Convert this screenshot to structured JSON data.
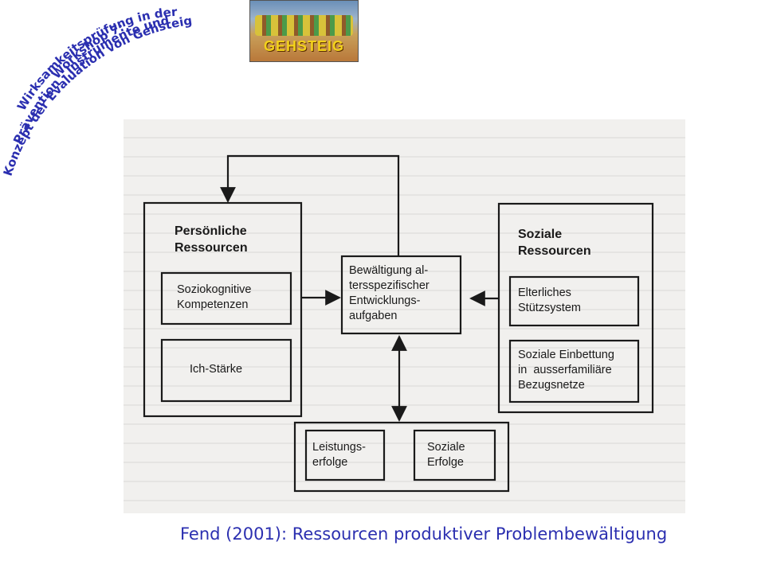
{
  "header": {
    "title_lines": [
      "Workshop 7:",
      "Wirksamkeitsprüfung in der",
      "Prävention - Instrumente und",
      "Konzept der Evaluation von Gehsteig"
    ],
    "logo_text": "GEHSTEIG",
    "title_color": "#2b2fb0"
  },
  "diagram": {
    "personal": {
      "title_lines": [
        "Persönliche",
        "Ressourcen"
      ],
      "items": [
        {
          "lines": [
            "Soziokognitive",
            "Kompetenzen"
          ]
        },
        {
          "lines": [
            "Ich-Stärke"
          ]
        }
      ]
    },
    "center": {
      "lines": [
        "Bewältigung al-",
        "tersspezifischer",
        "Entwicklungs-",
        "aufgaben"
      ]
    },
    "social": {
      "title_lines": [
        "Soziale",
        "Ressourcen"
      ],
      "items": [
        {
          "lines": [
            "Elterliches",
            "Stützsystem"
          ]
        },
        {
          "lines": [
            "Soziale Einbettung",
            "in  ausserfamiliäre",
            "Bezugsnetze"
          ]
        }
      ]
    },
    "outcomes": {
      "items": [
        {
          "lines": [
            "Leistungs-",
            "erfolge"
          ]
        },
        {
          "lines": [
            "Soziale",
            "Erfolge"
          ]
        }
      ]
    }
  },
  "caption": "Fend (2001): Ressourcen produktiver Problembewältigung"
}
